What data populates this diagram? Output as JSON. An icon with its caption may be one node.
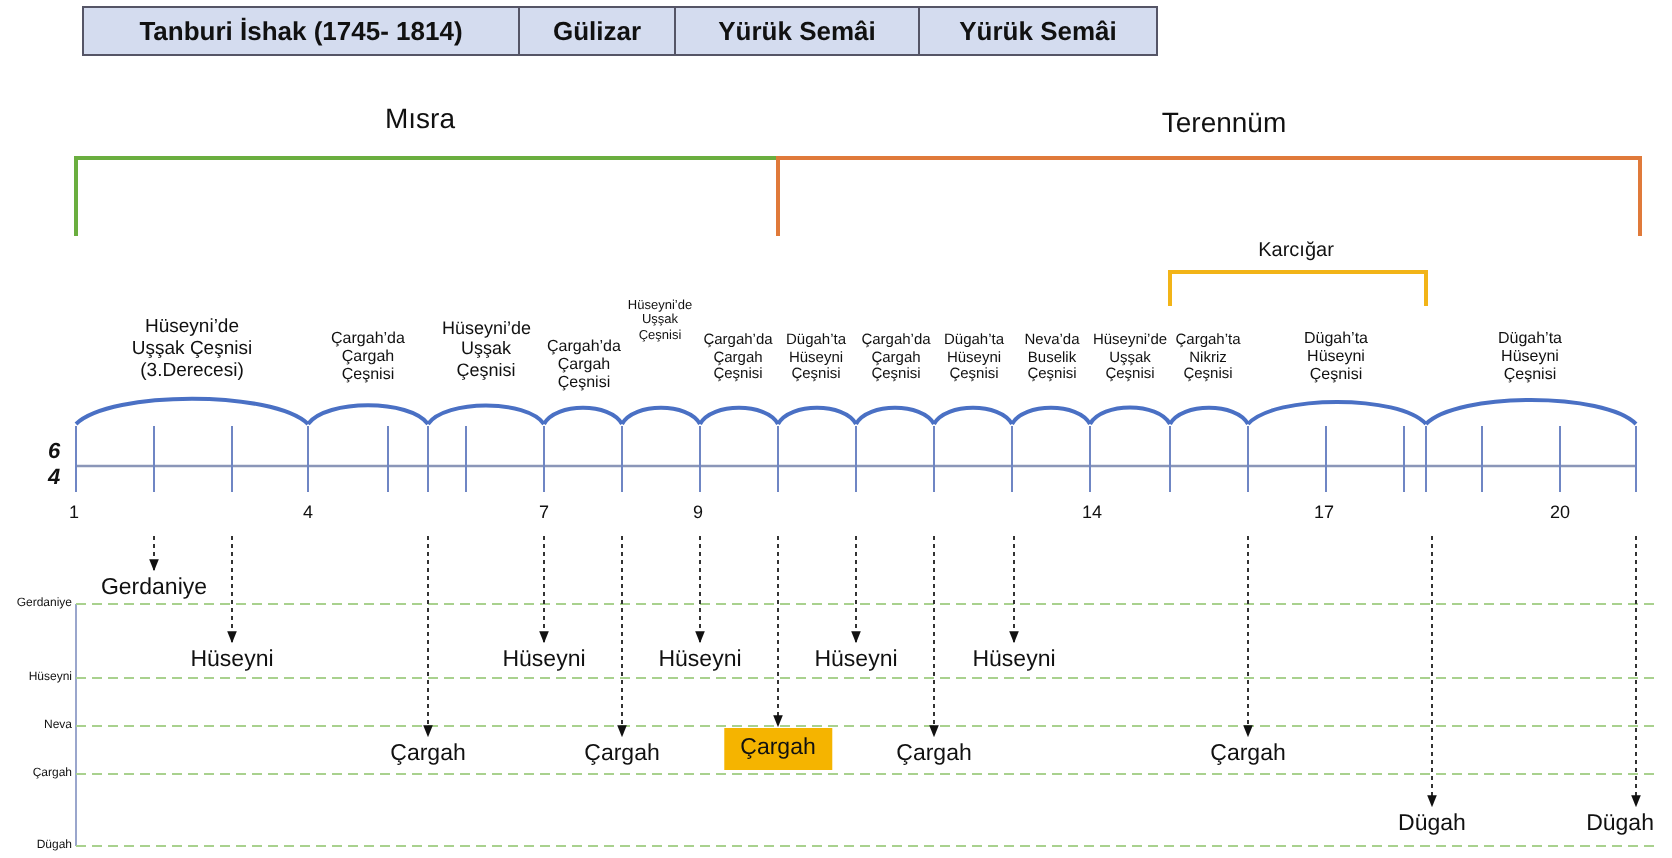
{
  "diagram": {
    "nodes": [
      {
        "text": [
          "Gerdaniye"
        ]
      },
      {
        "text": [
          "Hüseyni"
        ]
      },
      {
        "text": [
          "Hüseyni"
        ]
      },
      {
        "text": [
          "Hüseyni"
        ]
      },
      {
        "text": [
          "Hüseyni"
        ]
      },
      {
        "text": [
          "Hüseyni"
        ]
      },
      {
        "text": [
          "Çargah"
        ]
      },
      {
        "text": [
          "Çargah"
        ]
      },
      {
        "text": [
          "Çargah"
        ]
      },
      {
        "text": [
          "Çargah"
        ]
      },
      {
        "text": [
          "Çargah"
        ]
      },
      {
        "text": [
          "Dügah"
        ]
      },
      {
        "text": [
          "Dügah"
        ]
      }
    ],
    "edges": [
      {
        "from": null,
        "to": 0,
        "arrow": "to",
        "style": "dashed"
      },
      {
        "from": null,
        "to": 1,
        "arrow": "to",
        "style": "dashed"
      },
      {
        "from": null,
        "to": 2,
        "arrow": "to",
        "style": "dashed"
      },
      {
        "from": null,
        "to": 3,
        "arrow": "to",
        "style": "dashed"
      },
      {
        "from": null,
        "to": 4,
        "arrow": "to",
        "style": "dashed"
      },
      {
        "from": null,
        "to": 5,
        "arrow": "to",
        "style": "dashed"
      },
      {
        "from": null,
        "to": 6,
        "arrow": "to",
        "style": "dashed"
      },
      {
        "from": null,
        "to": 7,
        "arrow": "to",
        "style": "dashed"
      },
      {
        "from": null,
        "to": 8,
        "arrow": "to",
        "style": "dashed"
      },
      {
        "from": null,
        "to": 9,
        "arrow": "to",
        "style": "dashed"
      },
      {
        "from": null,
        "to": 10,
        "arrow": "to",
        "style": "dashed"
      },
      {
        "from": null,
        "to": 11,
        "arrow": "to",
        "style": "dashed"
      },
      {
        "from": null,
        "to": 12,
        "arrow": "to",
        "style": "dashed"
      }
    ],
    "labels": [
      "Tanburi İshak (1745- 1814)",
      "Gülizar",
      "Yürük Semâi",
      "Yürük Semâi",
      "Mısra",
      "Terennüm",
      "Karcığar",
      "Hüseyni’de Uşşak Çeşnisi (3.Derecesi)",
      "Çargah’da Çargah Çeşnisi",
      "Hüseyni’de Uşşak Çeşnisi",
      "Çargah’da Çargah Çeşnisi",
      "Hüseyni’de Uşşak Çeşnisi",
      "Çargah’da Çargah Çeşnisi",
      "Dügah’ta Hüseyni Çeşnisi",
      "Çargah’da Çargah Çeşnisi",
      "Dügah’ta Hüseyni Çeşnisi",
      "Neva’da Buselik Çeşnisi",
      "Hüseyni’de Uşşak Çeşnisi",
      "Çargah’ta Nikriz Çeşnisi",
      "Dügah’ta Hüseyni Çeşnisi",
      "Dügah’ta Hüseyni Çeşnisi",
      "6",
      "4",
      "1",
      "4",
      "7",
      "9",
      "14",
      "17",
      "20",
      "Gerdaniye",
      "Hüseyni",
      "Neva",
      "Çargah",
      "Dügah"
    ]
  }
}
